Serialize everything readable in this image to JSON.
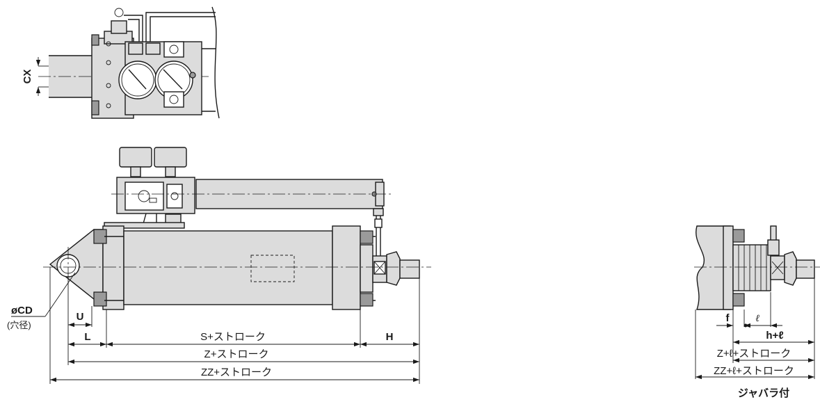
{
  "labels": {
    "cx": "CX",
    "cd": "øCD",
    "cd_note": "(穴径)",
    "u": "U",
    "l": "L",
    "s_stroke": "S+ストローク",
    "h": "H",
    "z_stroke": "Z+ストローク",
    "zz_stroke": "ZZ+ストローク",
    "f": "f",
    "ell": "ℓ",
    "h_ell": "h+ℓ",
    "z_ell_stroke": "Z+ℓ+ストローク",
    "zz_ell_stroke": "ZZ+ℓ+ストローク",
    "bellows": "ジャバラ付"
  },
  "colors": {
    "line": "#1a1a1a",
    "body_fill": "#dcdcdc",
    "background": "#ffffff"
  }
}
